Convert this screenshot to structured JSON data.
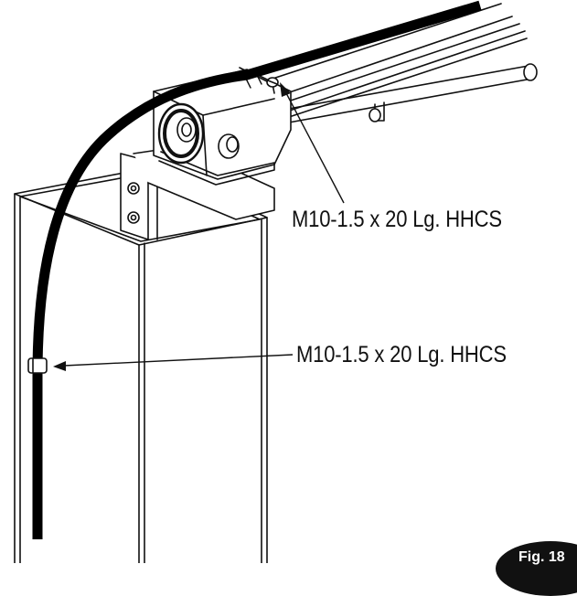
{
  "callouts": [
    {
      "text": "M10-1.5 x 20 Lg. HHCS"
    },
    {
      "text": "M10-1.5 x 20 Lg. HHCS"
    }
  ],
  "figure": {
    "label": "Fig. 18"
  },
  "colors": {
    "line": "#111111",
    "hose": "#000000",
    "background": "#ffffff"
  }
}
